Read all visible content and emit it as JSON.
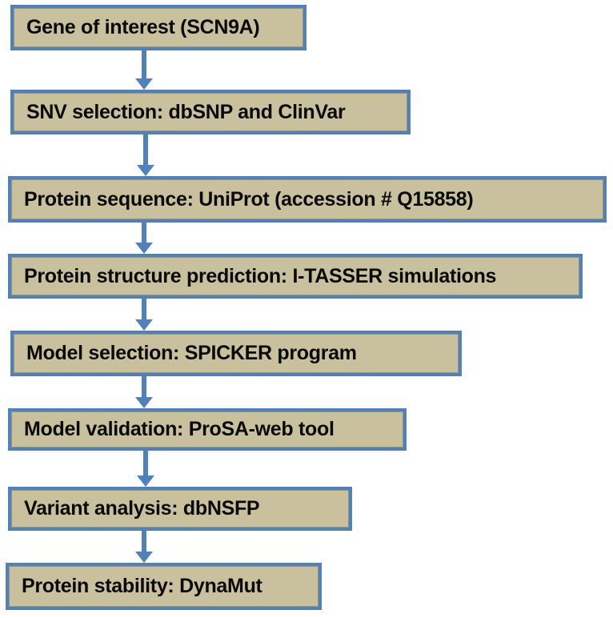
{
  "flowchart": {
    "type": "flowchart",
    "direction": "top-down",
    "steps": [
      {
        "id": "gene-of-interest",
        "label": "Gene of interest (SCN9A)"
      },
      {
        "id": "snv-selection",
        "label": "SNV selection: dbSNP and ClinVar"
      },
      {
        "id": "protein-sequence",
        "label": "Protein sequence: UniProt (accession # Q15858)"
      },
      {
        "id": "structure-prediction",
        "label": "Protein structure prediction: I-TASSER simulations"
      },
      {
        "id": "model-selection",
        "label": "Model selection: SPICKER program"
      },
      {
        "id": "model-validation",
        "label": "Model validation: ProSA-web tool"
      },
      {
        "id": "variant-analysis",
        "label": "Variant analysis: dbNSFP"
      },
      {
        "id": "protein-stability",
        "label": "Protein stability: DynaMut"
      }
    ],
    "connections": [
      {
        "from": "gene-of-interest",
        "to": "snv-selection"
      },
      {
        "from": "snv-selection",
        "to": "protein-sequence"
      },
      {
        "from": "protein-sequence",
        "to": "structure-prediction"
      },
      {
        "from": "structure-prediction",
        "to": "model-selection"
      },
      {
        "from": "model-selection",
        "to": "model-validation"
      },
      {
        "from": "model-validation",
        "to": "variant-analysis"
      },
      {
        "from": "variant-analysis",
        "to": "protein-stability"
      }
    ],
    "colors": {
      "box_fill": "#c9c09e",
      "box_border": "#4f81bd",
      "arrow": "#4f81bd",
      "text": "#0a0a0a",
      "background": "#ffffff"
    }
  }
}
